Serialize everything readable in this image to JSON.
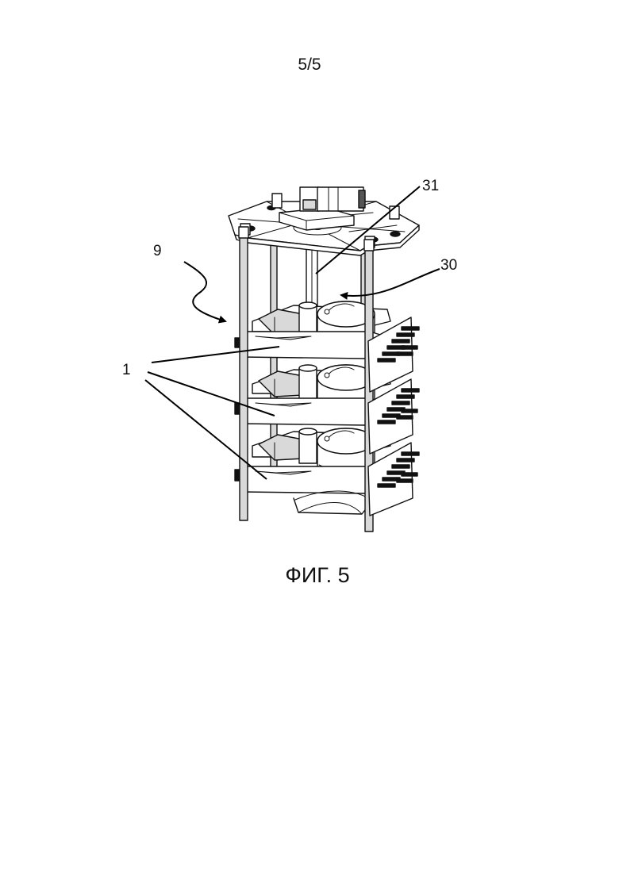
{
  "sheet_number": "5/5",
  "caption": "ФИГ. 5",
  "reference_labels": {
    "r31": "31",
    "r30": "30",
    "r9": "9",
    "r1": "1"
  }
}
